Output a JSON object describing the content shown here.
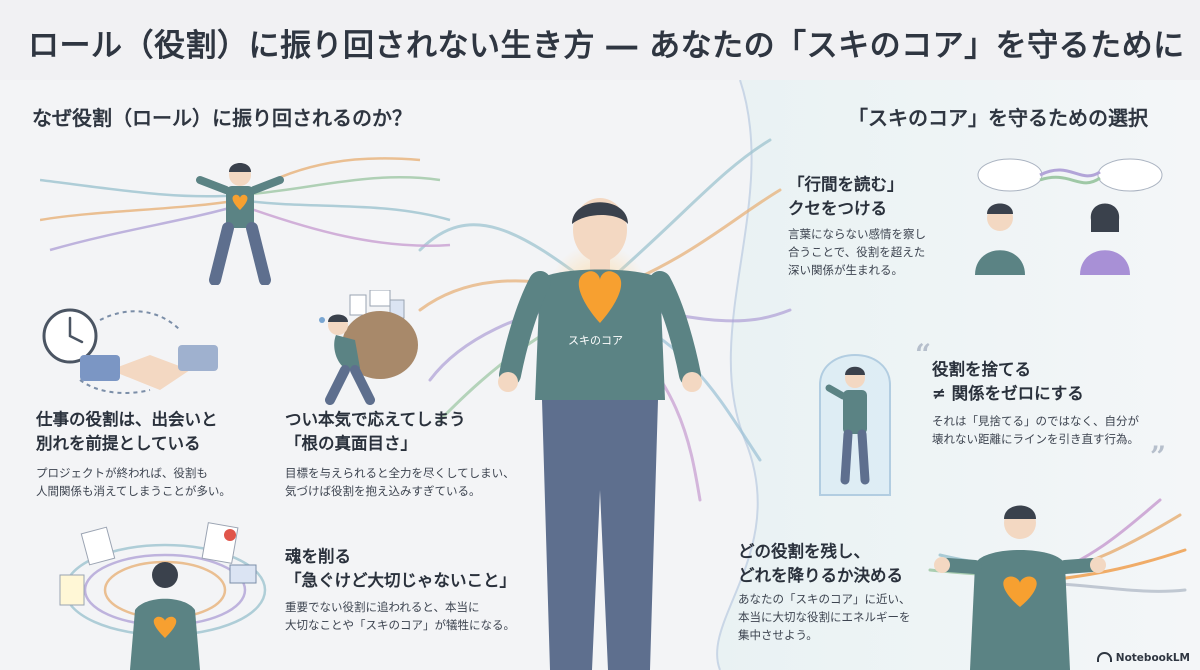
{
  "header": {
    "title": "ロール（役割）に振り回されない生き方 ― あなたの「スキのコア」を守るために"
  },
  "left": {
    "section_title": "なぜ役割（ロール）に振り回されるのか？",
    "items": [
      {
        "title_lines": [
          "仕事の役割は、出会いと",
          "別れを前提としている"
        ],
        "body_lines": [
          "プロジェクトが終われば、役割も",
          "人間関係も消えてしまうことが多い。"
        ]
      },
      {
        "title_lines": [
          "つい本気で応えてしまう",
          "「根の真面目さ」"
        ],
        "body_lines": [
          "目標を与えられると全力を尽くしてしまい、",
          "気づけば役割を抱え込みすぎている。"
        ]
      },
      {
        "title_lines": [
          "魂を削る",
          "「急ぐけど大切じゃないこと」"
        ],
        "body_lines": [
          "重要でない役割に追われると、本当に",
          "大切なことや「スキのコア」が犠牲になる。"
        ]
      }
    ]
  },
  "center": {
    "heart_label": "スキのコア"
  },
  "right": {
    "section_title": "「スキのコア」を守るための選択",
    "items": [
      {
        "title_lines": [
          "「行間を読む」",
          "クセをつける"
        ],
        "body_lines": [
          "言葉にならない感情を察し",
          "合うことで、役割を超えた",
          "深い関係が生まれる。"
        ]
      },
      {
        "title_lines": [
          "役割を捨てる",
          "≠ 関係をゼロにする"
        ],
        "body_lines": [
          "それは「見捨てる」のではなく、自分が",
          "壊れない距離にラインを引き直す行為。"
        ]
      },
      {
        "title_lines": [
          "どの役割を残し、",
          "どれを降りるか決める"
        ],
        "body_lines": [
          "あなたの「スキのコア」に近い、",
          "本当に大切な役割にエネルギーを",
          "集中させよう。"
        ]
      }
    ],
    "quote_open": "“",
    "quote_close": "”"
  },
  "footer": {
    "brand": "NotebookLM"
  },
  "colors": {
    "heart": "#f7a030",
    "shirt": "#5b8384",
    "pants": "#5e6f8e",
    "skin": "#f3d8c2",
    "hair": "#3a414c"
  }
}
